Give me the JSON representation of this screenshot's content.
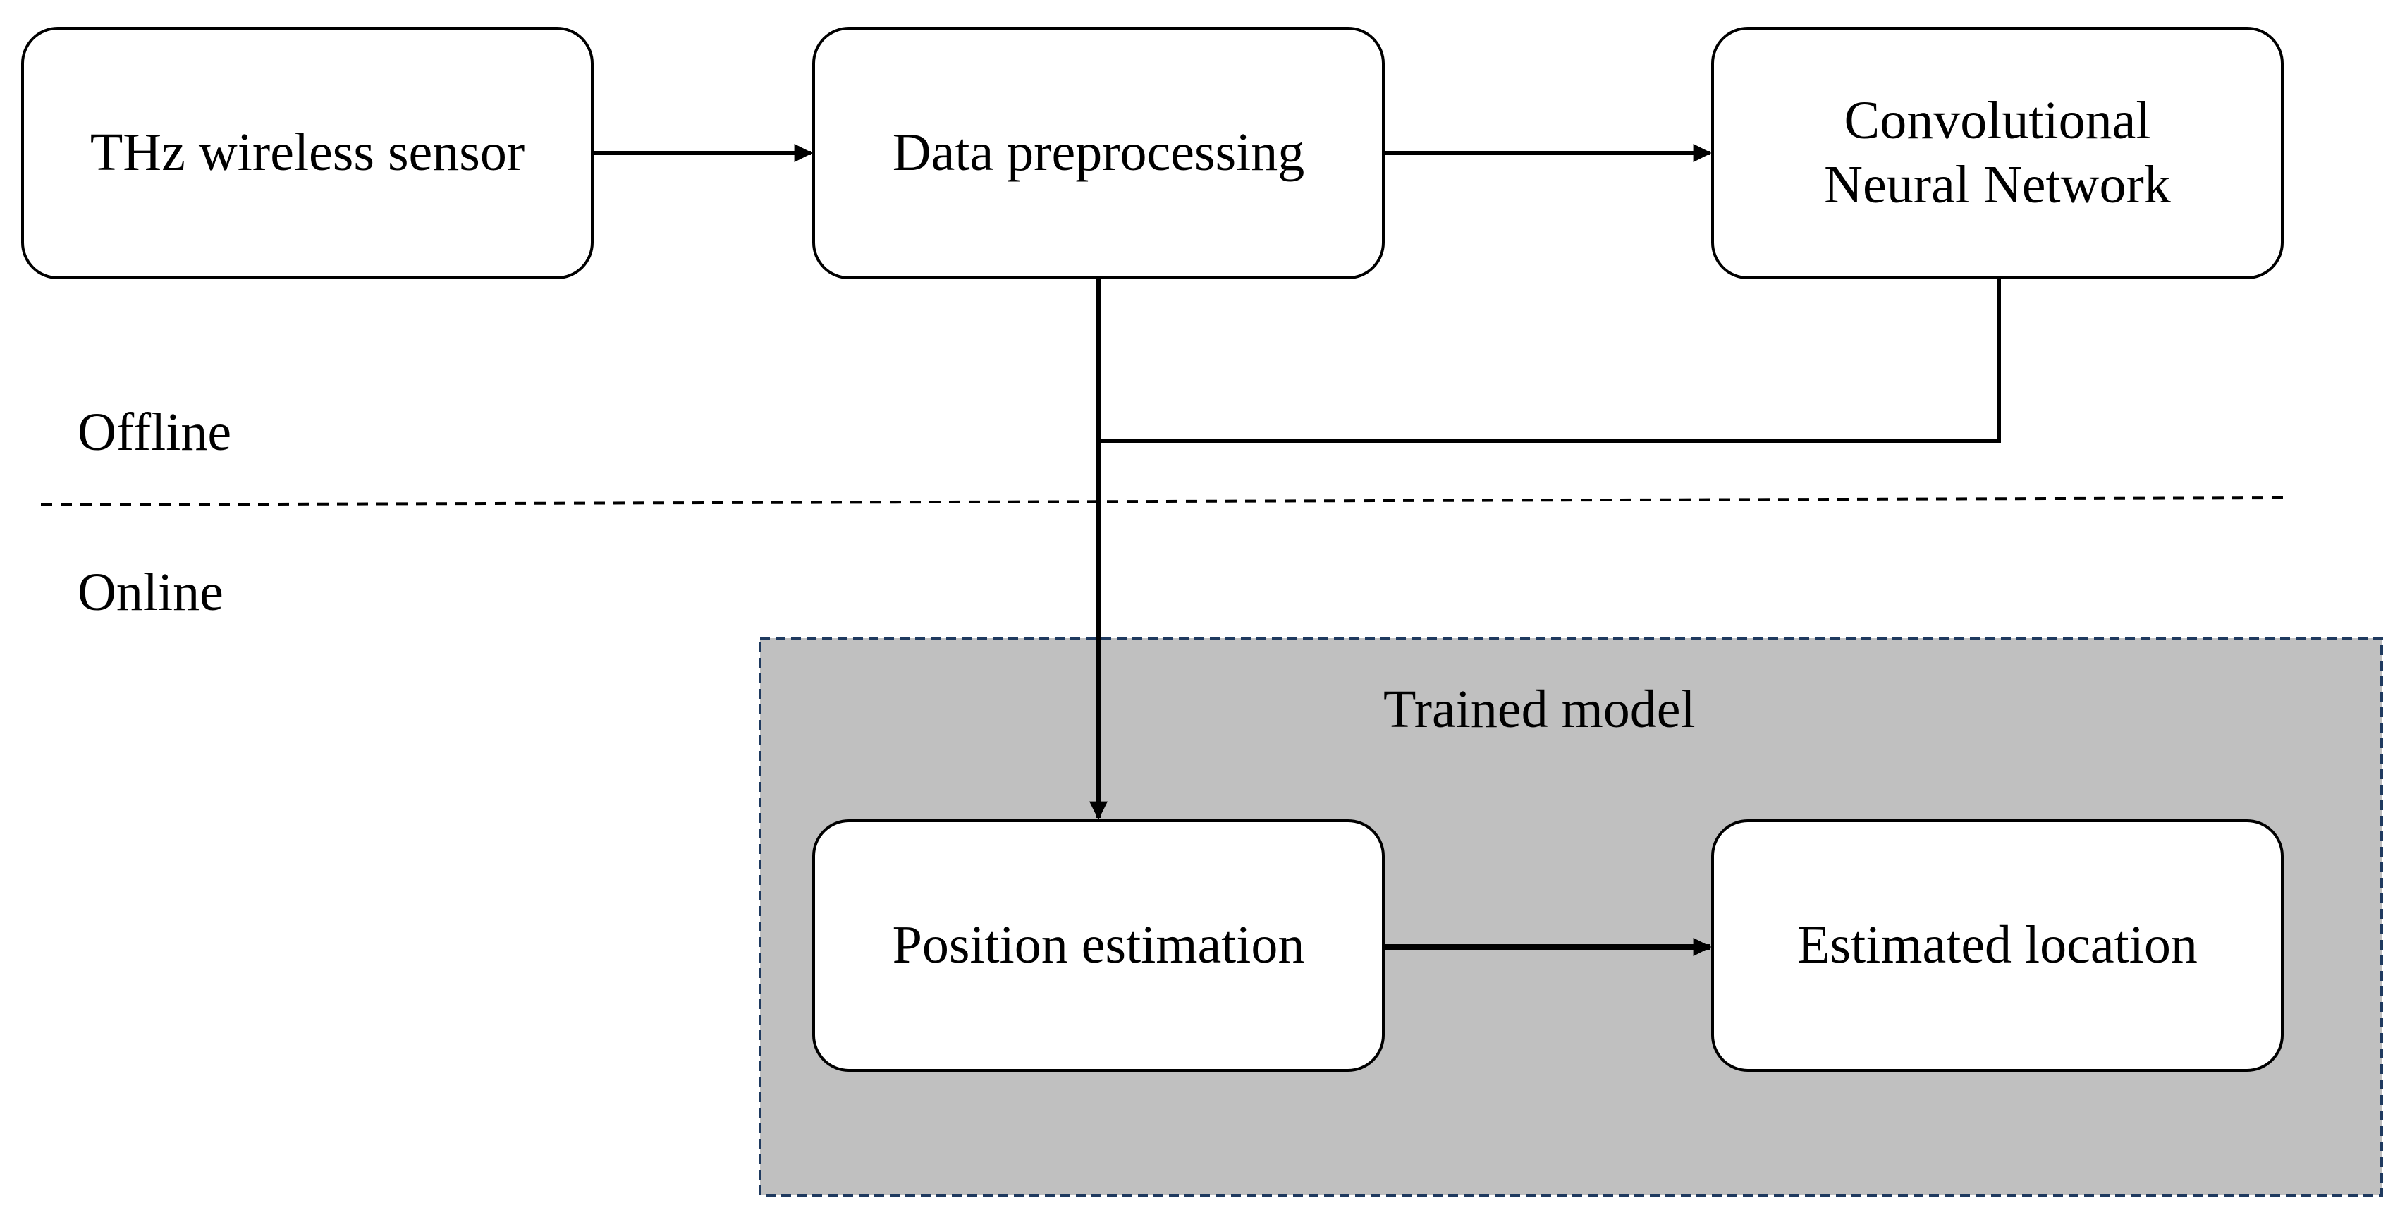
{
  "nodes": {
    "sensor": "THz wireless sensor",
    "preprocessing": "Data preprocessing",
    "cnn_line1": "Convolutional",
    "cnn_line2": "Neural Network",
    "position_estimation": "Position estimation",
    "estimated_location": "Estimated location"
  },
  "regions": {
    "offline": "Offline",
    "online": "Online",
    "trained_model": "Trained model"
  },
  "colors": {
    "trained_model_fill": "#c0c0c0",
    "trained_model_border": "#1f3a5f",
    "line": "#000000",
    "node_fill": "#ffffff"
  }
}
